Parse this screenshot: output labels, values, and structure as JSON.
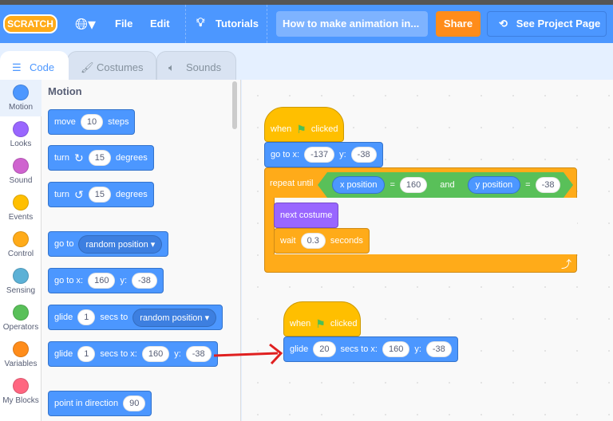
{
  "menubar": {
    "logo": "SCRATCH",
    "file": "File",
    "edit": "Edit",
    "tutorials": "Tutorials",
    "project_title": "How to make animation in...",
    "share": "Share",
    "see_project": "See Project Page"
  },
  "tabs": [
    {
      "label": "Code"
    },
    {
      "label": "Costumes"
    },
    {
      "label": "Sounds"
    }
  ],
  "categories": [
    {
      "label": "Motion",
      "color": "#4c97ff"
    },
    {
      "label": "Looks",
      "color": "#9966ff"
    },
    {
      "label": "Sound",
      "color": "#cf63cf"
    },
    {
      "label": "Events",
      "color": "#ffbf00"
    },
    {
      "label": "Control",
      "color": "#ffab19"
    },
    {
      "label": "Sensing",
      "color": "#5cb1d6"
    },
    {
      "label": "Operators",
      "color": "#59c059"
    },
    {
      "label": "Variables",
      "color": "#ff8c1a"
    },
    {
      "label": "My Blocks",
      "color": "#ff6680"
    }
  ],
  "palette": {
    "title": "Motion",
    "move": {
      "a": "move",
      "v": "10",
      "b": "steps"
    },
    "turn_cw": {
      "a": "turn",
      "v": "15",
      "b": "degrees"
    },
    "turn_ccw": {
      "a": "turn",
      "v": "15",
      "b": "degrees"
    },
    "goto": {
      "a": "go to",
      "d": "random position"
    },
    "gotoxy": {
      "a": "go to x:",
      "x": "160",
      "b": "y:",
      "y": "-38"
    },
    "glide_to": {
      "a": "glide",
      "v": "1",
      "b": "secs to",
      "d": "random position"
    },
    "glide_xy": {
      "a": "glide",
      "v": "1",
      "b": "secs to x:",
      "x": "160",
      "c": "y:",
      "y": "-38"
    },
    "point": {
      "a": "point in direction",
      "v": "90"
    }
  },
  "script1": {
    "when": "when",
    "clicked": "clicked",
    "goto": "go to x:",
    "x": "-137",
    "y_label": "y:",
    "y": "-38",
    "repeat": "repeat until",
    "xpos": "x position",
    "eq1": "=",
    "v1": "160",
    "and": "and",
    "ypos": "y position",
    "eq2": "=",
    "v2": "-38",
    "next_costume": "next costume",
    "wait": "wait",
    "wait_v": "0.3",
    "seconds": "seconds"
  },
  "script2": {
    "when": "when",
    "clicked": "clicked",
    "glide": "glide",
    "secs": "20",
    "secs_to": "secs to x:",
    "x": "160",
    "y_label": "y:",
    "y": "-38"
  }
}
